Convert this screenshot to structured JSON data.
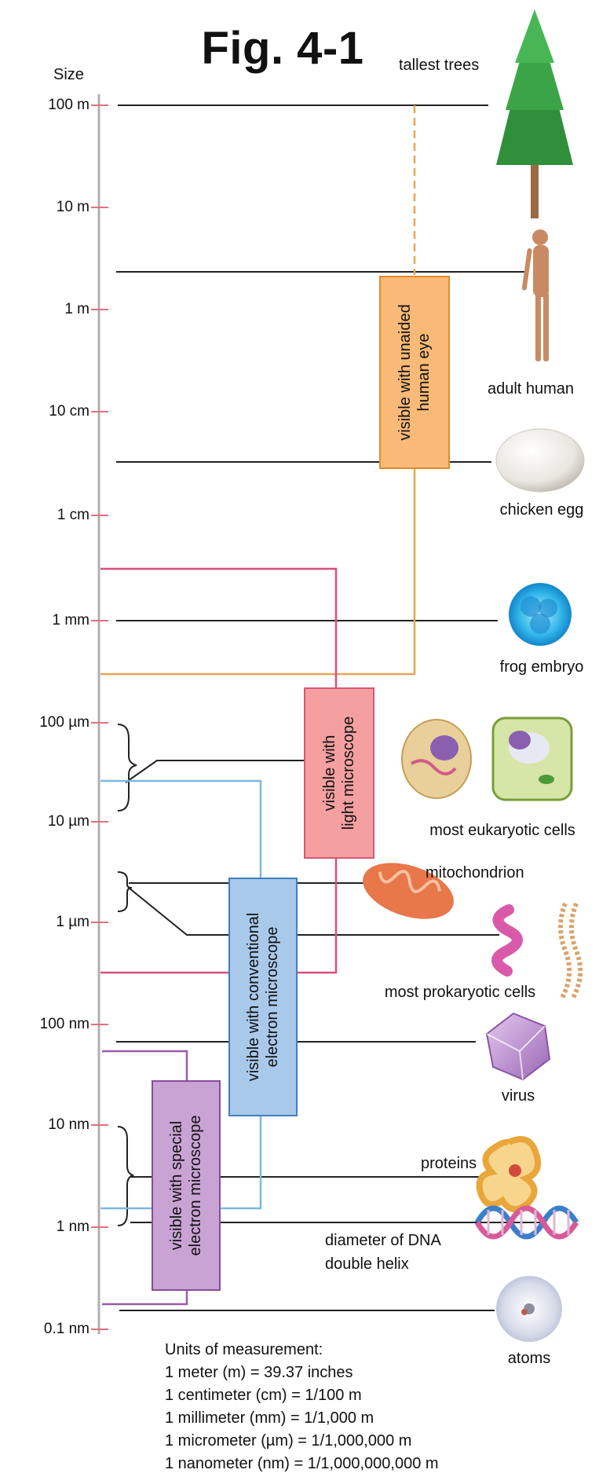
{
  "title": "Fig. 4-1",
  "axis": {
    "label": "Size",
    "ticks": [
      "100 m",
      "10 m",
      "1 m",
      "10 cm",
      "1 cm",
      "1 mm",
      "100 µm",
      "10 µm",
      "1 µm",
      "100 nm",
      "10 nm",
      "1 nm",
      "0.1 nm"
    ]
  },
  "objects": {
    "tallest_trees": "tallest trees",
    "adult_human": "adult human",
    "chicken_egg": "chicken egg",
    "frog_embryo": "frog embryo",
    "eukaryotic_cells": "most eukaryotic cells",
    "mitochondrion": "mitochondrion",
    "prokaryotic_cells": "most prokaryotic cells",
    "virus": "virus",
    "proteins": "proteins",
    "dna_line1": "diameter of DNA",
    "dna_line2": "double helix",
    "atoms": "atoms"
  },
  "ranges": {
    "unaided_eye": {
      "line1": "visible with unaided",
      "line2": "human eye",
      "color": "#f9b977",
      "border": "#e08a2c"
    },
    "light_microscope": {
      "line1": "visible with",
      "line2": "light microscope",
      "color": "#f4a0a0",
      "border": "#d65a74"
    },
    "conventional_em": {
      "line1": "visible with conventional",
      "line2": "electron microscope",
      "color": "#a9c9ea",
      "border": "#3f7fbf"
    },
    "special_em": {
      "line1": "visible with special",
      "line2": "electron microscope",
      "color": "#c9a3d3",
      "border": "#8a4c9a"
    }
  },
  "units": {
    "heading": "Units of measurement:",
    "lines": [
      "1 meter (m) = 39.37 inches",
      "1 centimeter (cm) = 1/100 m",
      "1 millimeter (mm) = 1/1,000 m",
      "1 micrometer (µm) = 1/1,000,000 m",
      "1 nanometer (nm) = 1/1,000,000,000 m"
    ]
  },
  "colors": {
    "axis": "#b0b0b0",
    "tick": "#e07080",
    "leader": "#222222",
    "eye": "#e8a555",
    "light": "#d94f7e",
    "conventional": "#7ab8e0",
    "special": "#9b5aa8"
  }
}
